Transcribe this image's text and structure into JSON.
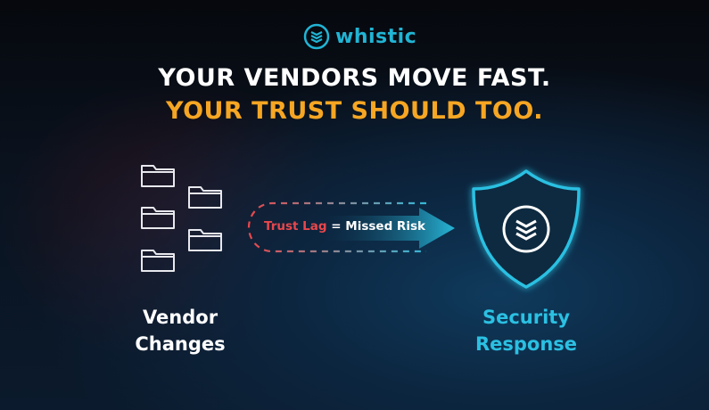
{
  "brand": {
    "name": "whistic",
    "accent": "#21b4d4"
  },
  "headline": {
    "line1": "YOUR VENDORS MOVE FAST.",
    "line2": "YOUR TRUST SHOULD TOO.",
    "line2_color": "#f6a623"
  },
  "equation": {
    "left": "Trust Lag",
    "operator": "=",
    "right": "Missed Risk"
  },
  "left_label": {
    "line1": "Vendor",
    "line2": "Changes"
  },
  "right_label": {
    "line1": "Security",
    "line2": "Response"
  }
}
